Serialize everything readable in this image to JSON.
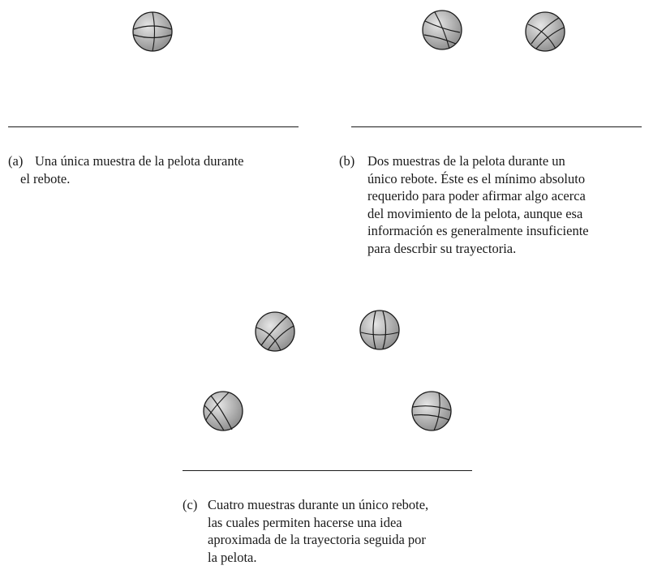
{
  "panels": [
    {
      "label": "(a)",
      "caption": "Una única muestra de la pelota durante\nel rebote.",
      "ball_count": 1
    },
    {
      "label": "(b)",
      "caption": "Dos muestras de la pelota durante un\núnico rebote. Éste es el mínimo absoluto\nrequerido para poder afirmar algo acerca\ndel movimiento de la pelota, aunque esa\ninformación es generalmente insuficiente\npara descrbir su trayectoria.",
      "ball_count": 2
    },
    {
      "label": "(c)",
      "caption": "Cuatro muestras durante un único rebote,\nlas cuales permiten hacerse una idea\naproximada de la trayectoria seguida por\nla pelota.",
      "ball_count": 4
    }
  ],
  "colors": {
    "ball_fill": "#b8b8b8",
    "ball_shade": "#7a7a7a",
    "seam": "#1a1a1a",
    "ground": "#1a1a1a"
  }
}
